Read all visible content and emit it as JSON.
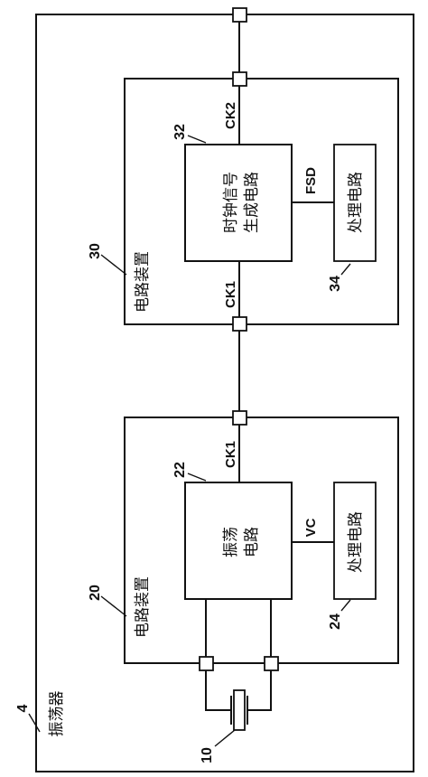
{
  "oscillator": {
    "label": "振荡器",
    "ref": "4"
  },
  "resonator": {
    "ref": "10"
  },
  "device_20": {
    "label": "电路装置",
    "ref": "20",
    "osc_circuit": {
      "label_line1": "振荡",
      "label_line2": "电路",
      "ref": "22"
    },
    "processing": {
      "label": "处理电路",
      "ref": "24"
    },
    "signal_out": "CK1",
    "signal_vc": "VC"
  },
  "device_30": {
    "label": "电路装置",
    "ref": "30",
    "clock_gen": {
      "label_line1": "时钟信号",
      "label_line2": "生成电路",
      "ref": "32"
    },
    "processing": {
      "label": "处理电路",
      "ref": "34"
    },
    "signal_in": "CK1",
    "signal_out": "CK2",
    "signal_fsd": "FSD"
  }
}
